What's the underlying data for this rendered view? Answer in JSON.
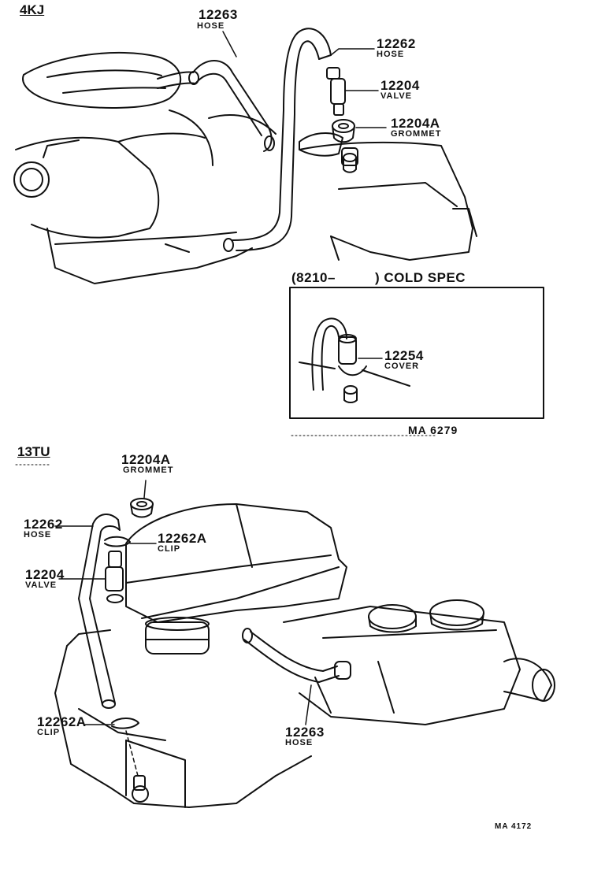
{
  "sections": {
    "top": "4KJ",
    "bottom": "13TU"
  },
  "inset": {
    "title_left": "(8210–",
    "title_right": ") COLD SPEC",
    "cover_num": "12254",
    "cover_name": "COVER",
    "code": "MA  6279"
  },
  "parts_4kj": {
    "hose_12263_num": "12263",
    "hose_12263_name": "HOSE",
    "hose_12262_num": "12262",
    "hose_12262_name": "HOSE",
    "valve_num": "12204",
    "valve_name": "VALVE",
    "grommet_num": "12204A",
    "grommet_name": "GROMMET"
  },
  "parts_13tu": {
    "grommet_num": "12204A",
    "grommet_name": "GROMMET",
    "hose_12262_num": "12262",
    "hose_12262_name": "HOSE",
    "clip_top_num": "12262A",
    "clip_top_name": "CLIP",
    "valve_num": "12204",
    "valve_name": "VALVE",
    "clip_bottom_num": "12262A",
    "clip_bottom_name": "CLIP",
    "hose_12263_num": "12263",
    "hose_12263_name": "HOSE"
  },
  "footer_code": "MA  4172"
}
